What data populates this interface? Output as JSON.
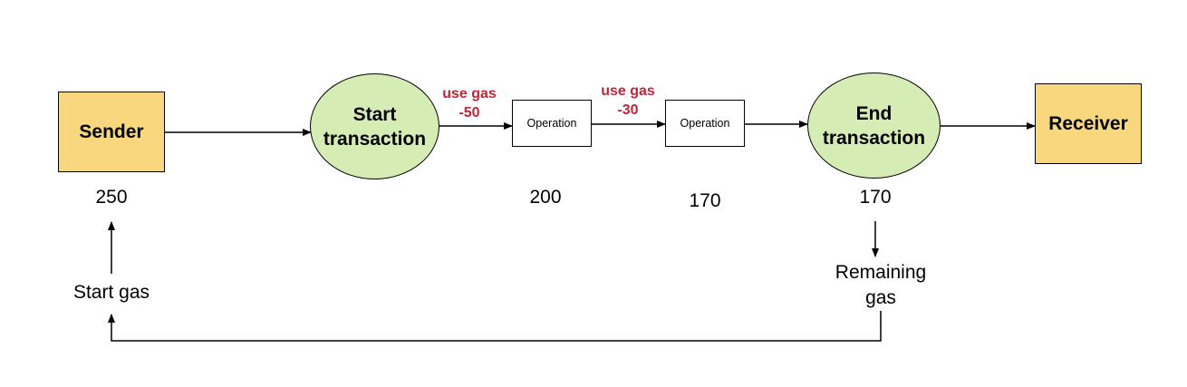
{
  "nodes": {
    "sender": "Sender",
    "start_transaction": "Start\ntransaction",
    "operation_1": "Operation",
    "operation_2": "Operation",
    "end_transaction": "End\ntransaction",
    "receiver": "Receiver"
  },
  "gas_usage": {
    "first": "use gas\n-50",
    "second": "use gas\n-30"
  },
  "gas_values": {
    "sender": "250",
    "after_op1": "200",
    "after_op2": "170",
    "end": "170"
  },
  "labels": {
    "start_gas": "Start gas",
    "remaining_gas": "Remaining\ngas"
  },
  "colors": {
    "rect_fill": "#f9d77e",
    "ellipse_fill": "#d5ecb4",
    "gas_text": "#c0263a"
  }
}
